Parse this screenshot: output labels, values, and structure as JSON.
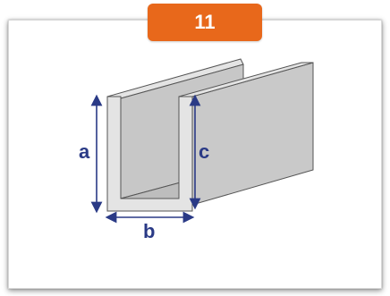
{
  "badge": {
    "number": "11"
  },
  "diagram": {
    "labels": {
      "a": "a",
      "b": "b",
      "c": "c"
    },
    "colors": {
      "badge": "#e8681b",
      "face": "#c9c9c9",
      "edge": "#e4e4e4",
      "outline": "#555555",
      "arrow": "#2a3a86"
    }
  }
}
